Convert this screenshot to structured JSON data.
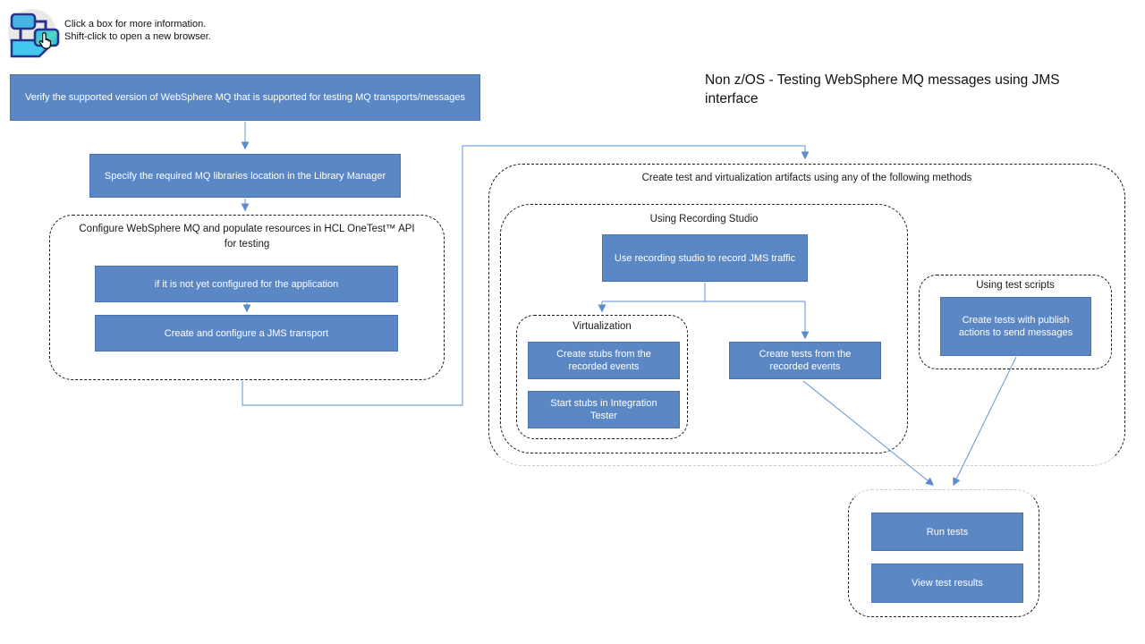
{
  "instructions": {
    "line1": "Click a box for more information.",
    "line2": "Shift-click to open a new browser."
  },
  "title": "Non z/OS - Testing WebSphere MQ messages using JMS interface",
  "flowchart": {
    "groups": {
      "configure": "Configure WebSphere MQ and populate resources in HCL OneTest™ API for testing",
      "create_artifacts": "Create test and virtualization artifacts using any of the following methods",
      "recording_studio": "Using Recording Studio",
      "virtualization": "Virtualization",
      "test_scripts": "Using test scripts"
    },
    "boxes": {
      "verify": "Verify the supported version of WebSphere MQ that is supported for testing MQ transports/messages",
      "specify_libraries": "Specify the required MQ libraries location in the Library Manager",
      "if_not_configured": "if it is not yet configured for the application",
      "create_jms_transport": "Create and configure a JMS transport",
      "use_recording_studio": "Use recording studio to record JMS traffic",
      "create_stubs": "Create stubs from the recorded events",
      "start_stubs": "Start stubs in Integration Tester",
      "create_tests_recorded": "Create tests from the recorded events",
      "create_tests_publish": "Create tests with publish actions to send messages",
      "run_tests": "Run tests",
      "view_test_results": "View test results"
    }
  },
  "colors": {
    "box_fill": "#5c87c5",
    "box_border": "#4a74ae",
    "connector": "#7ba4da",
    "arrowhead": "#5b8bd0",
    "group_border": "#1a1a1a",
    "muted_group_border": "#c9c9c9"
  }
}
